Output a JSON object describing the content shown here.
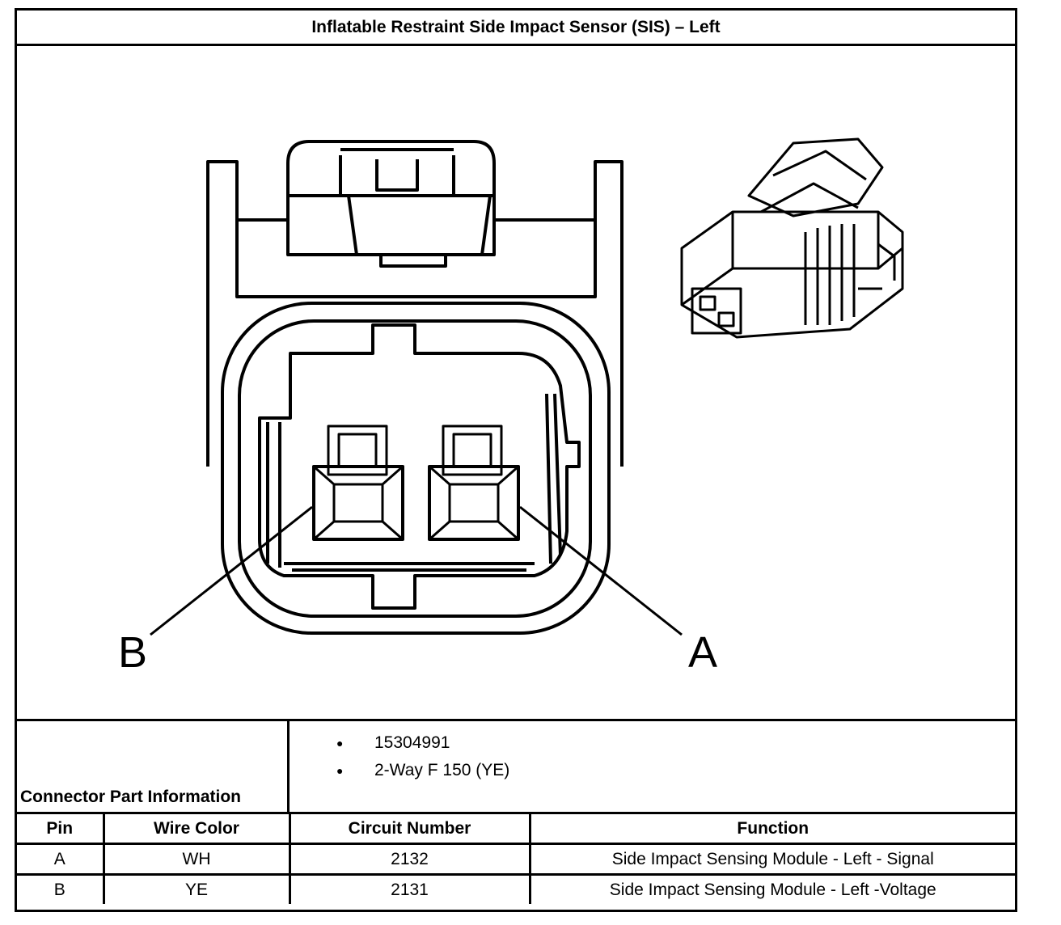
{
  "title": "Inflatable Restraint Side Impact Sensor (SIS) – Left",
  "drawing": {
    "pin_labels": {
      "left": "B",
      "right": "A"
    }
  },
  "connector_info": {
    "label": "Connector Part Information",
    "items": [
      "15304991",
      "2-Way F 150 (YE)"
    ]
  },
  "pin_table": {
    "headers": [
      "Pin",
      "Wire Color",
      "Circuit Number",
      "Function"
    ],
    "rows": [
      [
        "A",
        "WH",
        "2132",
        "Side Impact Sensing Module - Left - Signal"
      ],
      [
        "B",
        "YE",
        "2131",
        "Side Impact Sensing Module - Left -Voltage"
      ]
    ]
  }
}
